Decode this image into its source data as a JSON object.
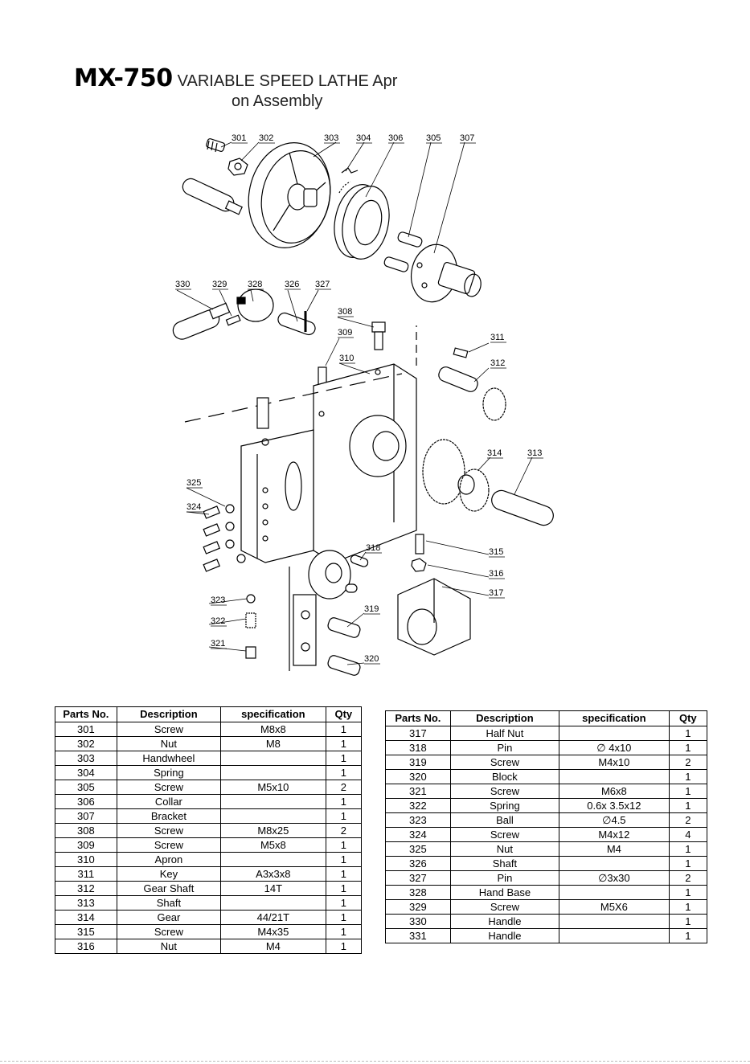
{
  "title": {
    "model": "MX-750",
    "line1": "VARIABLE SPEED LATHE Apr",
    "line2": "on Assembly"
  },
  "diagram": {
    "callouts": [
      "301",
      "302",
      "303",
      "304",
      "306",
      "305",
      "307",
      "330",
      "329",
      "328",
      "326",
      "327",
      "308",
      "309",
      "310",
      "311",
      "312",
      "314",
      "313",
      "325",
      "324",
      "318",
      "315",
      "316",
      "317",
      "323",
      "322",
      "321",
      "319",
      "320"
    ]
  },
  "table_headers": [
    "Parts No.",
    "Description",
    "specification",
    "Qty"
  ],
  "parts_left": [
    [
      "301",
      "Screw",
      "M8x8",
      "1"
    ],
    [
      "302",
      "Nut",
      "M8",
      "1"
    ],
    [
      "303",
      "Handwheel",
      "",
      "1"
    ],
    [
      "304",
      "Spring",
      "",
      "1"
    ],
    [
      "305",
      "Screw",
      "M5x10",
      "2"
    ],
    [
      "306",
      "Collar",
      "",
      "1"
    ],
    [
      "307",
      "Bracket",
      "",
      "1"
    ],
    [
      "308",
      "Screw",
      "M8x25",
      "2"
    ],
    [
      "309",
      "Screw",
      "M5x8",
      "1"
    ],
    [
      "310",
      "Apron",
      "",
      "1"
    ],
    [
      "311",
      "Key",
      "A3x3x8",
      "1"
    ],
    [
      "312",
      "Gear Shaft",
      "14T",
      "1"
    ],
    [
      "313",
      "Shaft",
      "",
      "1"
    ],
    [
      "314",
      "Gear",
      "44/21T",
      "1"
    ],
    [
      "315",
      "Screw",
      "M4x35",
      "1"
    ],
    [
      "316",
      "Nut",
      "M4",
      "1"
    ]
  ],
  "parts_right": [
    [
      "317",
      "Half Nut",
      "",
      "1"
    ],
    [
      "318",
      "Pin",
      "∅ 4x10",
      "1"
    ],
    [
      "319",
      "Screw",
      "M4x10",
      "2"
    ],
    [
      "320",
      "Block",
      "",
      "1"
    ],
    [
      "321",
      "Screw",
      "M6x8",
      "1"
    ],
    [
      "322",
      "Spring",
      "0.6x   3.5x12",
      "1"
    ],
    [
      "323",
      "Ball",
      "∅4.5",
      "2"
    ],
    [
      "324",
      "Screw",
      "M4x12",
      "4"
    ],
    [
      "325",
      "Nut",
      "M4",
      "1"
    ],
    [
      "326",
      "Shaft",
      "",
      "1"
    ],
    [
      "327",
      "Pin",
      "∅3x30",
      "2"
    ],
    [
      "328",
      "Hand Base",
      "",
      "1"
    ],
    [
      "329",
      "Screw",
      "M5X6",
      "1"
    ],
    [
      "330",
      "Handle",
      "",
      "1"
    ],
    [
      "331",
      "Handle",
      "",
      "1"
    ]
  ]
}
